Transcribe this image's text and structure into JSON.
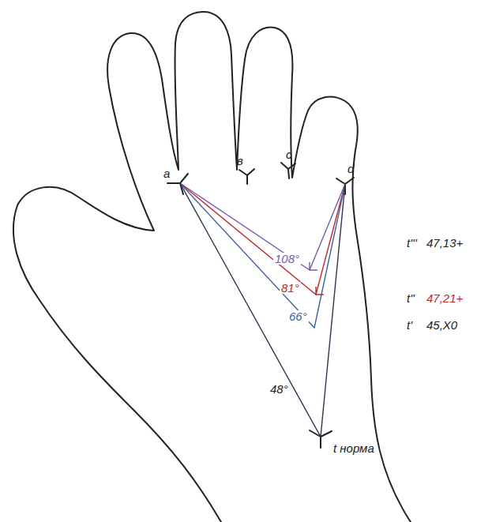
{
  "diagram": {
    "labels": [
      "a",
      "в",
      "c",
      "d",
      "108°",
      "81°",
      "66°",
      "48°",
      "t'''",
      "47,13+",
      "t''",
      "47,21+",
      "t'",
      "45,X0",
      "t норма"
    ]
  }
}
